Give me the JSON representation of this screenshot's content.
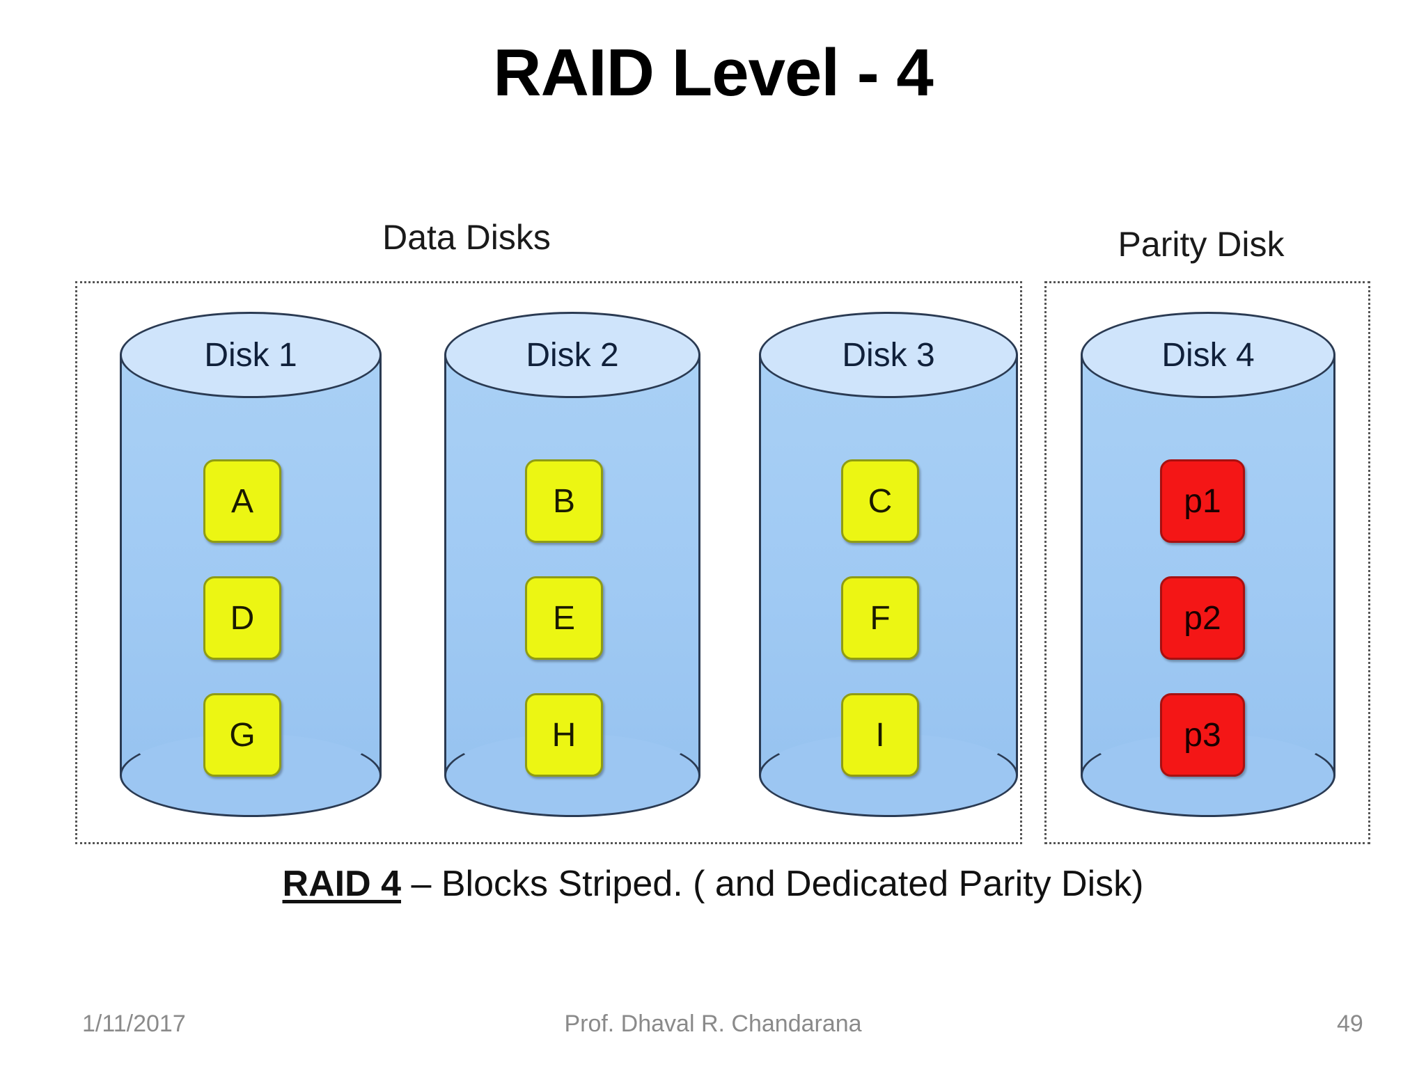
{
  "slide": {
    "title": "RAID Level - 4",
    "page_number": "49",
    "date": "1/11/2017",
    "author": "Prof. Dhaval R. Chandarana"
  },
  "diagram": {
    "groups": [
      {
        "name": "data-disks",
        "label": "Data Disks"
      },
      {
        "name": "parity-disk",
        "label": "Parity Disk"
      }
    ],
    "disks": [
      {
        "id": "disk-1",
        "title": "Disk 1",
        "kind": "data",
        "blocks": [
          "A",
          "D",
          "G"
        ]
      },
      {
        "id": "disk-2",
        "title": "Disk 2",
        "kind": "data",
        "blocks": [
          "B",
          "E",
          "H"
        ]
      },
      {
        "id": "disk-3",
        "title": "Disk 3",
        "kind": "data",
        "blocks": [
          "C",
          "F",
          "I"
        ]
      },
      {
        "id": "disk-4",
        "title": "Disk 4",
        "kind": "parity",
        "blocks": [
          "p1",
          "p2",
          "p3"
        ]
      }
    ],
    "caption": {
      "emphasis": "RAID 4",
      "rest": " – Blocks Striped. ( and Dedicated Parity Disk)"
    }
  },
  "colors": {
    "cylinder_top_fill": "#cfe4fb",
    "cylinder_body_fill": "#9fc9f3",
    "cylinder_stroke": "#2a3a52",
    "data_block_fill": "#ecf613",
    "data_block_stroke": "#8f9c14",
    "parity_block_fill": "#f41616",
    "parity_block_stroke": "#a81010",
    "group_box_stroke": "#555555",
    "title_color": "#000000",
    "footer_color": "#8a8a8a"
  }
}
